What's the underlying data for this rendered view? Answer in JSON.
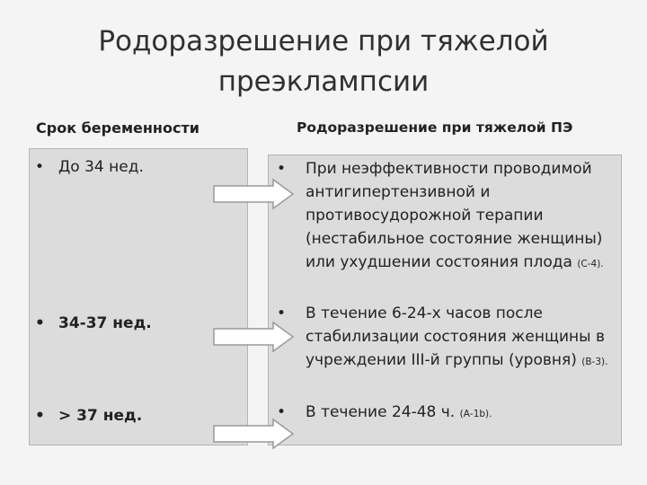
{
  "title": {
    "line1": "Родоразрешение при тяжелой",
    "line2": "преэклампсии"
  },
  "columns": {
    "left_header": "Срок беременности",
    "right_header": "Родоразрешение при тяжелой ПЭ"
  },
  "bullet_char": "•",
  "left_items": [
    {
      "label": "До 34 нед."
    },
    {
      "label": "34-37 нед."
    },
    {
      "label": "> 37 нед."
    }
  ],
  "right_items": [
    {
      "text": "При неэффективности проводимой антигипертензивной и противосудорожной терапии (нестабильное состояние женщины) или ухудшении состояния плода",
      "ref": "(С-4)."
    },
    {
      "text": "В течение 6-24-х часов после стабилизации состояния женщины в учреждении III-й группы (уровня)",
      "ref": "(В-3)."
    },
    {
      "text": "В течение 24-48 ч.",
      "ref": "(А-1b)."
    }
  ],
  "colors": {
    "background": "#f4f4f4",
    "box_fill": "#dcdcdc",
    "box_border": "#b5b5b5",
    "arrow_fill": "#ffffff",
    "arrow_stroke": "#9a9a9a"
  }
}
